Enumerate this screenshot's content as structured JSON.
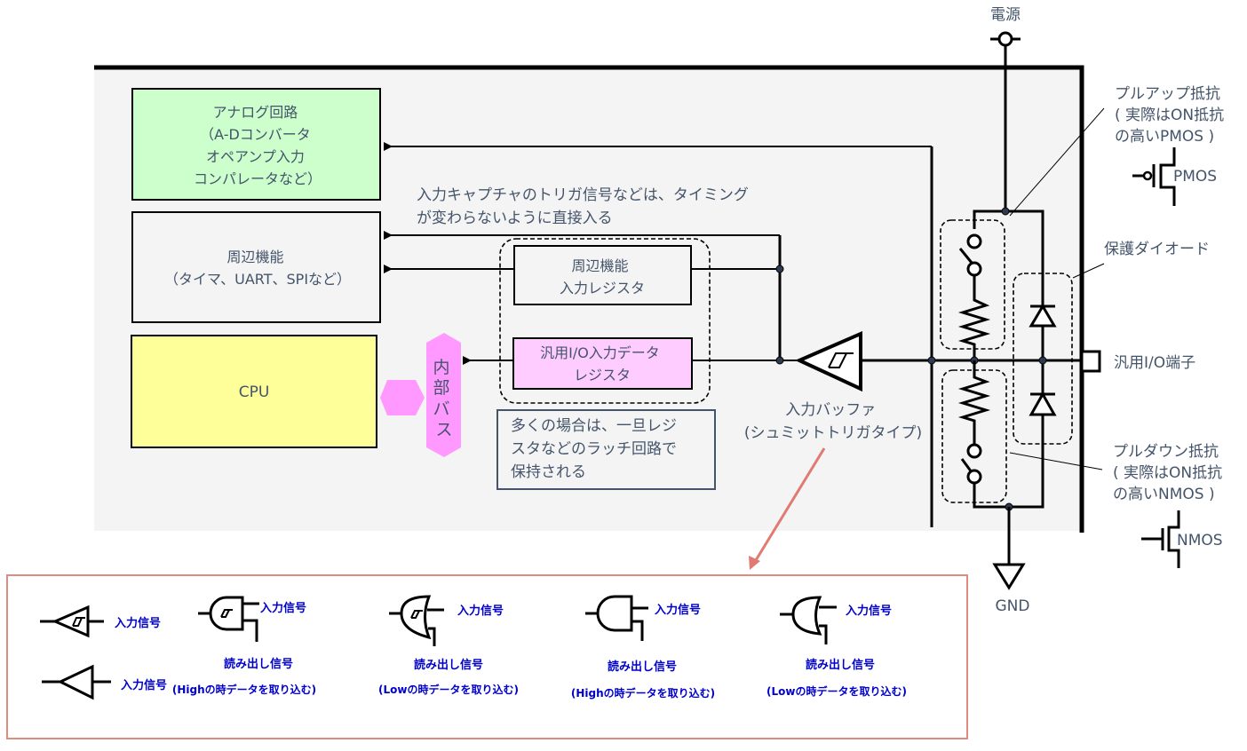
{
  "colors": {
    "chip_bg": "#f4f4f4",
    "analog_fill": "#ccffcc",
    "cpu_fill": "#ffff99",
    "io_reg_fill": "#ffccff",
    "bus_fill": "#ff99ff",
    "text": "#44546a",
    "legend_text": "#0000cc",
    "legend_border": "#e08a80",
    "callout_arrow": "#e07a72"
  },
  "power": {
    "label": "電源"
  },
  "ground": {
    "label": "GND"
  },
  "blocks": {
    "analog": {
      "lines": [
        "アナログ回路",
        "（A-Dコンバータ",
        "オペアンプ入力",
        "コンパレータなど）"
      ]
    },
    "peripheral": {
      "lines": [
        "周辺機能",
        "（タイマ、UART、SPIなど）"
      ]
    },
    "cpu": {
      "label": "CPU"
    },
    "internal_bus": {
      "chars": [
        "内",
        "部",
        "バ",
        "ス"
      ]
    },
    "peripheral_input_register": {
      "lines": [
        "周辺機能",
        "入力レジスタ"
      ]
    },
    "gpio_input_data_register": {
      "lines": [
        "汎用I/O入力データ",
        "レジスタ"
      ]
    }
  },
  "notes": {
    "direct_trigger": [
      "入力キャプチャのトリガ信号などは、タイミング",
      "が変わらないように直接入る"
    ],
    "latch": [
      "多くの場合は、一旦レジ",
      "スタなどのラッチ回路で",
      "保持される"
    ],
    "input_buffer": [
      "入力バッファ",
      "(シュミットトリガタイプ)"
    ]
  },
  "right_side": {
    "pullup": [
      "プルアップ抵抗",
      "( 実際はON抵抗",
      "の高いPMOS )"
    ],
    "pmos": "PMOS",
    "protection_diode": "保護ダイオード",
    "gpio_pin": "汎用I/O端子",
    "pulldown": [
      "プルダウン抵抗",
      "( 実際はON抵抗",
      "の高いNMOS )"
    ],
    "nmos": "NMOS"
  },
  "legend": {
    "items": [
      {
        "symbol": "schmitt-buffer",
        "input": "入力信号"
      },
      {
        "symbol": "buffer",
        "input": "入力信号"
      },
      {
        "symbol": "schmitt-and-gate",
        "input": "入力信号",
        "read": "読み出し信号",
        "condition": "(Highの時データを取り込む)"
      },
      {
        "symbol": "schmitt-or-gate",
        "input": "入力信号",
        "read": "読み出し信号",
        "condition": "(Lowの時データを取り込む)"
      },
      {
        "symbol": "and-gate",
        "input": "入力信号",
        "read": "読み出し信号",
        "condition": "(Highの時データを取り込む)"
      },
      {
        "symbol": "or-gate",
        "input": "入力信号",
        "read": "読み出し信号",
        "condition": "(Lowの時データを取り込む)"
      }
    ]
  }
}
